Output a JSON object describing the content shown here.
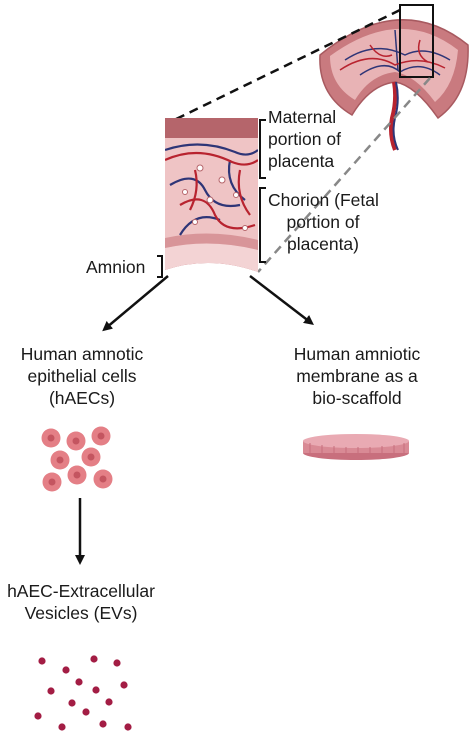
{
  "labels": {
    "maternal": [
      "Maternal",
      "portion of",
      "placenta"
    ],
    "chorion": [
      "Chorion (Fetal",
      "portion of",
      "placenta)"
    ],
    "amnion": "Amnion",
    "haec": [
      "Human amnotic",
      "epithelial cells",
      "(hAECs)"
    ],
    "membrane": [
      "Human amniotic",
      "membrane as a",
      "bio-scaffold"
    ],
    "evs": [
      "hAEC-Extracellular",
      "Vesicles (EVs)"
    ]
  },
  "colors": {
    "tissue_outer": "#c97a7f",
    "tissue_inner": "#e8b3b5",
    "tissue_light": "#f1cfd0",
    "vessel_red": "#b8232f",
    "vessel_blue": "#2e3577",
    "cell": "#e47f86",
    "cell_nucleus": "#c45560",
    "ev": "#a31d44",
    "membrane": "#d98a95",
    "arrow": "#111111"
  }
}
